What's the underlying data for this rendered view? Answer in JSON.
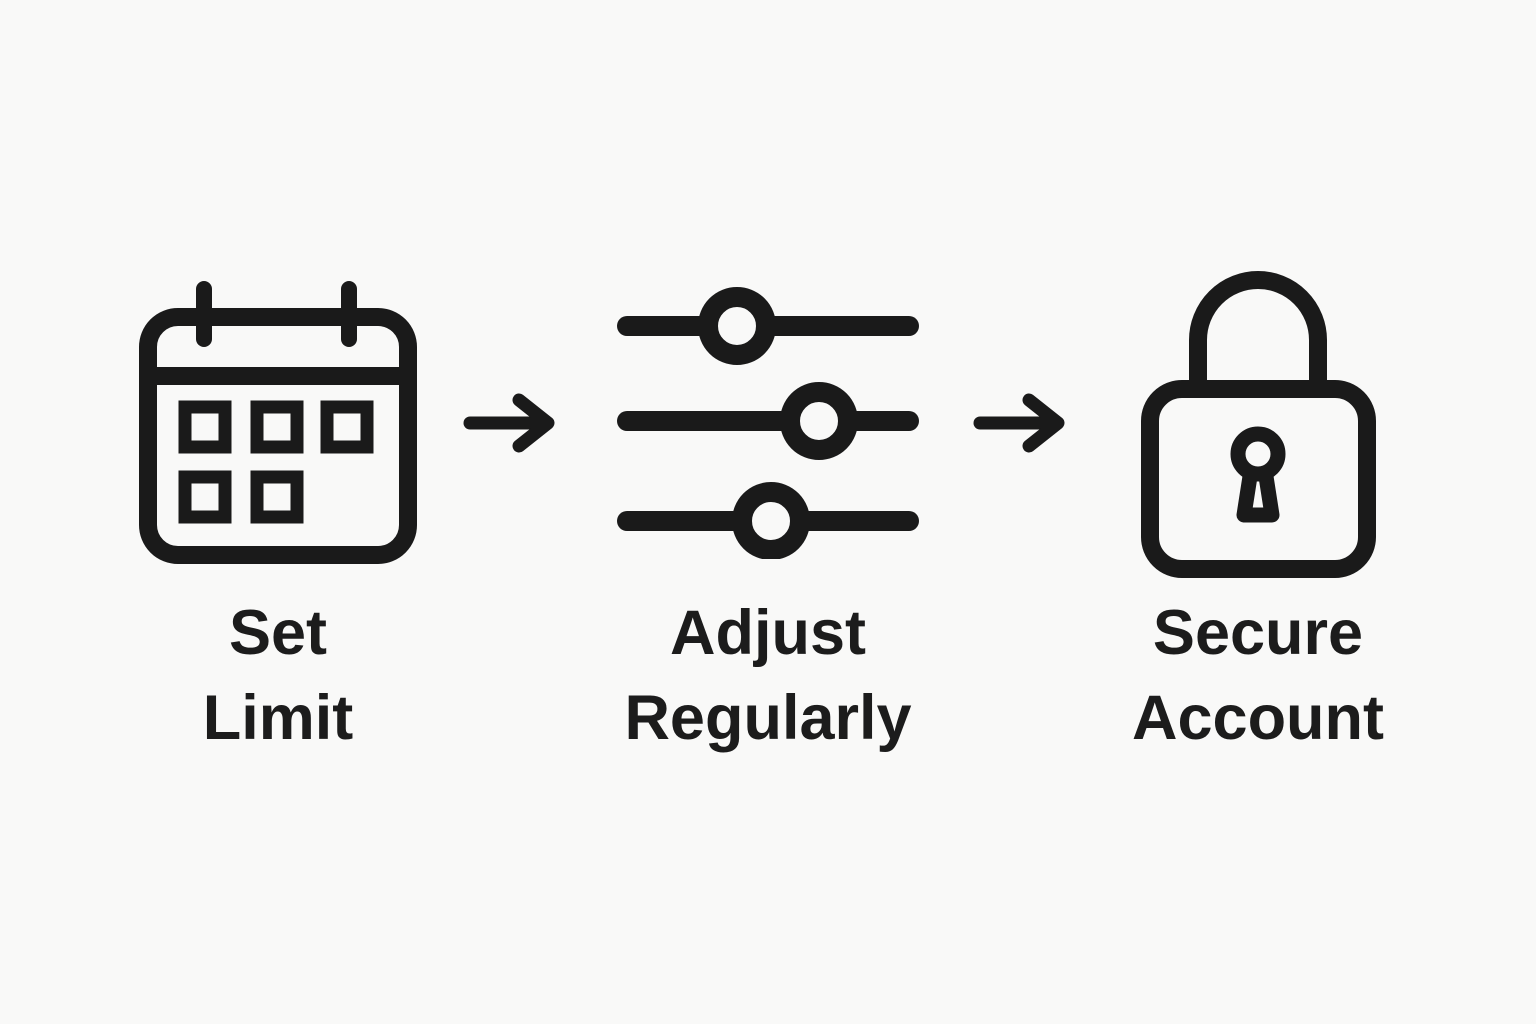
{
  "title": "Set Limit, Adjust Regularly, Secure Account process diagram",
  "colors": {
    "background": "#f9f9f8",
    "ink": "#1a1a1a",
    "text": "#1c1c1c"
  },
  "steps": [
    {
      "id": "set-limit",
      "icon": "calendar-icon",
      "label": "Set\nLimit"
    },
    {
      "id": "adjust-regularly",
      "icon": "sliders-icon",
      "label": "Adjust\nRegularly"
    },
    {
      "id": "secure-account",
      "icon": "lock-icon",
      "label": "Secure\nAccount"
    }
  ],
  "connectors": [
    {
      "icon": "arrow-right-icon"
    },
    {
      "icon": "arrow-right-icon"
    }
  ]
}
